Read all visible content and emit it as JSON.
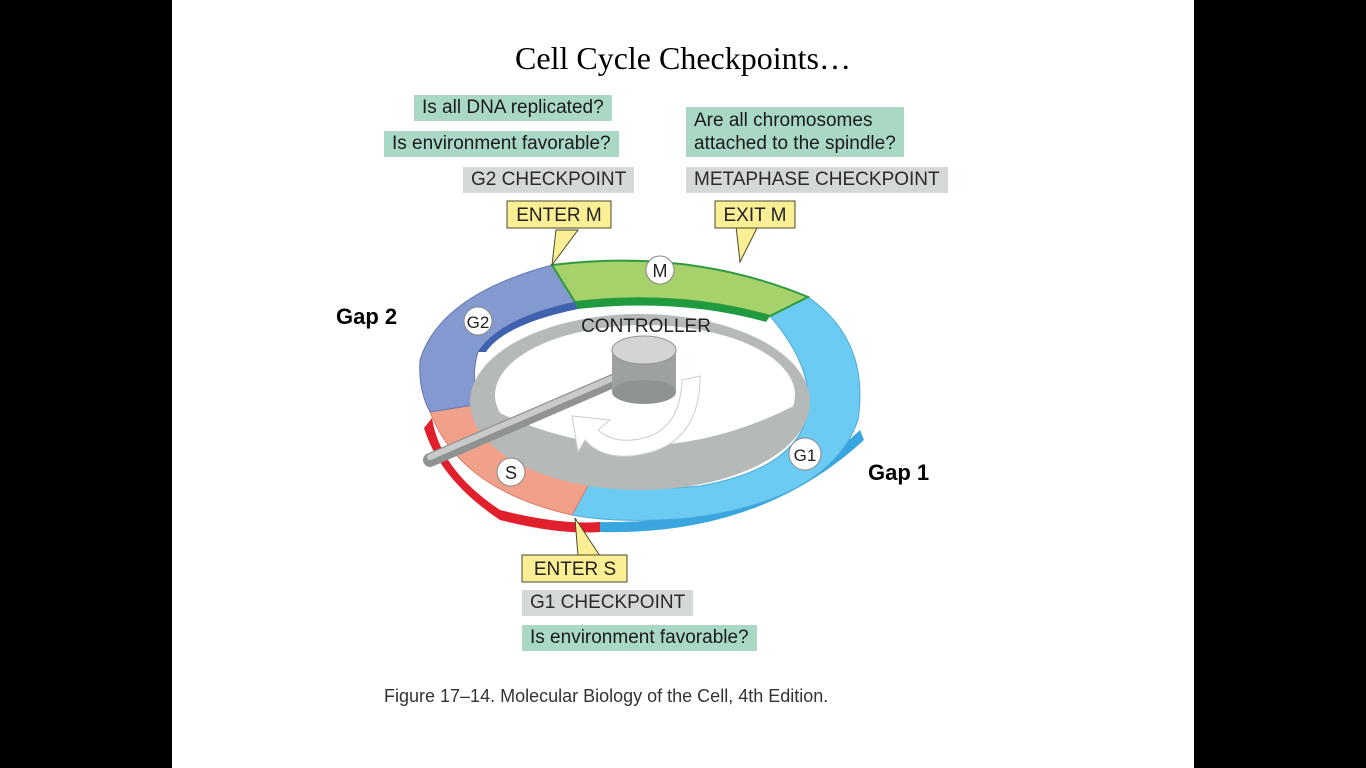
{
  "title": "Cell Cycle Checkpoints…",
  "g2_questions": [
    "Is all DNA replicated?",
    "Is environment favorable?"
  ],
  "g2_checkpoint": "G2 CHECKPOINT",
  "enter_m": "ENTER M",
  "metaphase_question": [
    "Are all chromosomes",
    "attached to the spindle?"
  ],
  "metaphase_checkpoint": "METAPHASE CHECKPOINT",
  "exit_m": "EXIT M",
  "phases": {
    "m": "M",
    "g2": "G2",
    "s": "S",
    "g1": "G1"
  },
  "controller": "CONTROLLER",
  "gap2": "Gap 2",
  "gap1": "Gap 1",
  "enter_s": "ENTER S",
  "g1_checkpoint": "G1 CHECKPOINT",
  "g1_question": "Is environment favorable?",
  "caption": "Figure 17–14. Molecular Biology of the Cell, 4th Edition.",
  "colors": {
    "m_phase": "#a6d16b",
    "g2_phase": "#8499cf",
    "s_phase": "#f1a08a",
    "g1_phase": "#6ccbf3",
    "question_bg": "#a9d9c4",
    "checkpoint_bg": "#d4d8d8",
    "transition_bg": "#fbef95"
  }
}
